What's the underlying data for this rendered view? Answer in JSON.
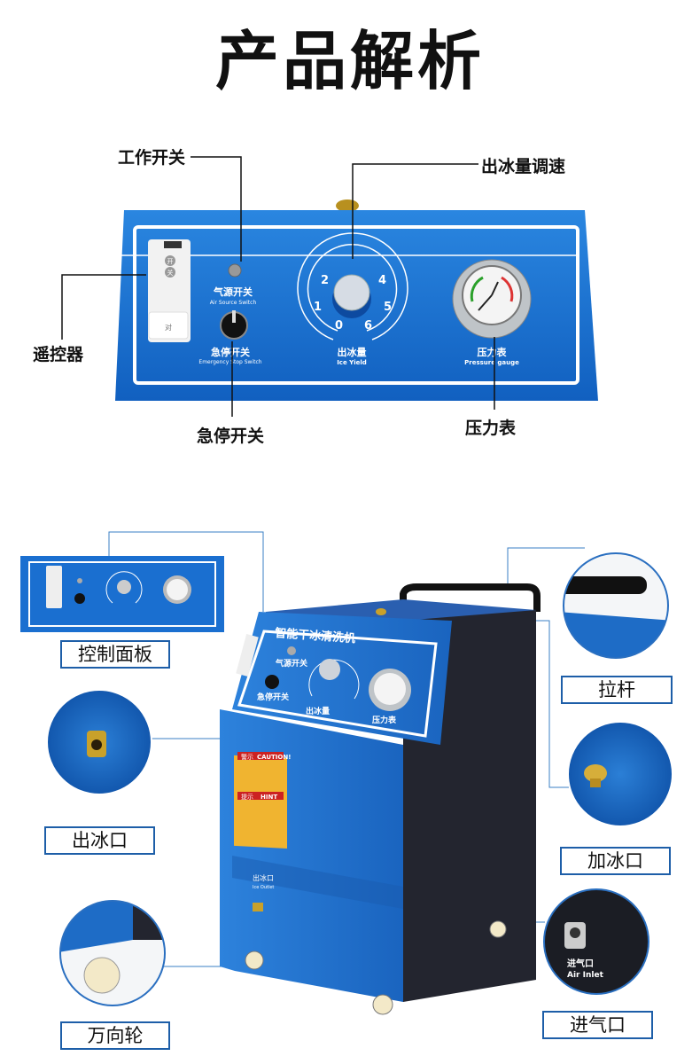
{
  "title": "产品解析",
  "top_panel": {
    "callouts": {
      "work_switch": "工作开关",
      "ice_speed": "出冰量调速",
      "remote": "遥控器",
      "emergency": "急停开关",
      "gauge": "压力表"
    },
    "remote_buttons": [
      "开",
      "关"
    ],
    "remote_bottom": "对",
    "air_switch_cn": "气源开关",
    "air_switch_en": "Air Source Switch",
    "estop_cn": "急停开关",
    "estop_en": "Emergency Stop Switch",
    "dial_numbers": [
      "0",
      "1",
      "2",
      "4",
      "5",
      "6"
    ],
    "ice_yield_cn": "出冰量",
    "ice_yield_en": "Ice Yield",
    "gauge_cn": "压力表",
    "gauge_en": "Pressure gauge"
  },
  "machine": {
    "name": "智能干冰清洗机",
    "air_switch_cn": "气源开关",
    "estop_cn": "急停开关",
    "ice_yield_cn": "出冰量",
    "gauge_cn": "压力表",
    "caution": "CAUTION!",
    "caution_cn": "警示",
    "hint": "HINT",
    "hint_cn": "提示",
    "outlet_cn": "出冰口",
    "outlet_en": "Ice Outlet",
    "inlet_cn": "进气口",
    "inlet_en": "Air Inlet"
  },
  "feature_labels": {
    "control_panel": "控制面板",
    "handle": "拉杆",
    "ice_outlet": "出冰口",
    "ice_inlet": "加冰口",
    "wheels": "万向轮",
    "air_inlet": "进气口"
  },
  "colors": {
    "panel_blue": "#1a6fd0",
    "body_blue": "#1f6fc9",
    "side_dark": "#23252f",
    "label_border": "#1d5ea8"
  }
}
